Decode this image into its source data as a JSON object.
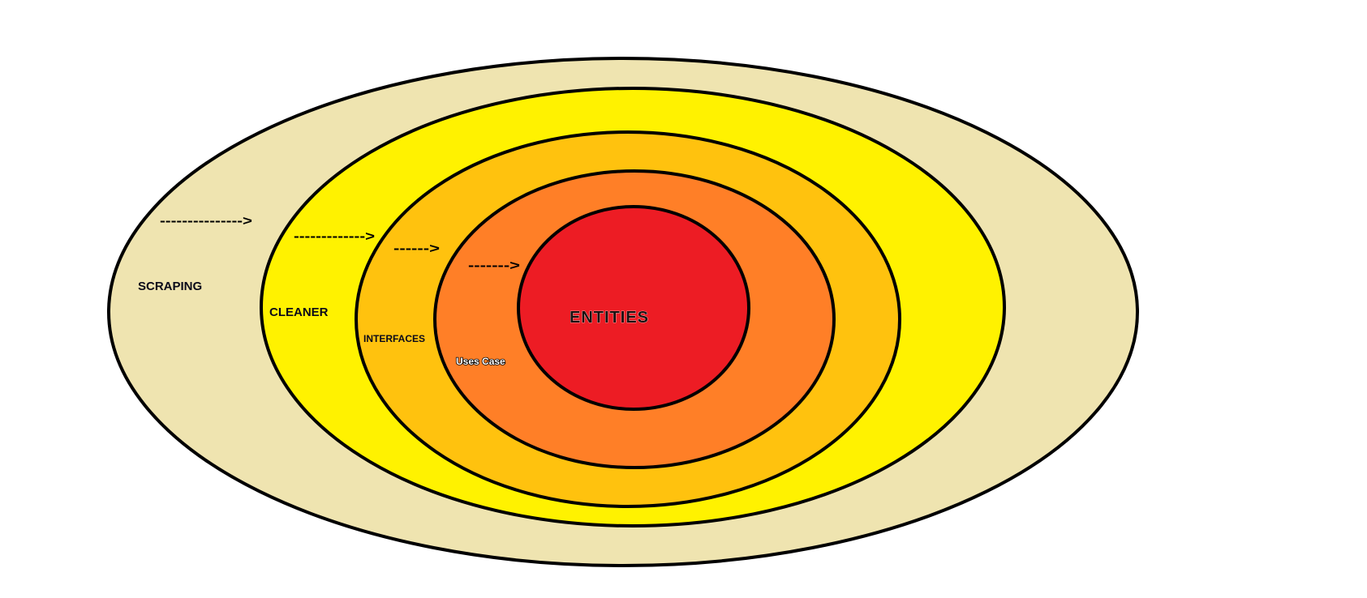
{
  "layers": [
    {
      "id": "scraping",
      "label": "SCRAPING",
      "color": "#efe4b0"
    },
    {
      "id": "cleaner",
      "label": "CLEANER",
      "color": "#fff200"
    },
    {
      "id": "interfaces",
      "label": "INTERFACES",
      "color": "#ffc20e"
    },
    {
      "id": "uses-case",
      "label": "Uses Case",
      "color": "#ff7f27"
    },
    {
      "id": "entities",
      "label": "ENTITIES",
      "color": "#ed1c24"
    }
  ],
  "arrows": [
    {
      "id": "arrow-1",
      "text": "--------------->"
    },
    {
      "id": "arrow-2",
      "text": "------------->"
    },
    {
      "id": "arrow-3",
      "text": "------>"
    },
    {
      "id": "arrow-4",
      "text": "------->"
    }
  ],
  "colors": {
    "outline": "#000000",
    "background": "#ffffff"
  }
}
